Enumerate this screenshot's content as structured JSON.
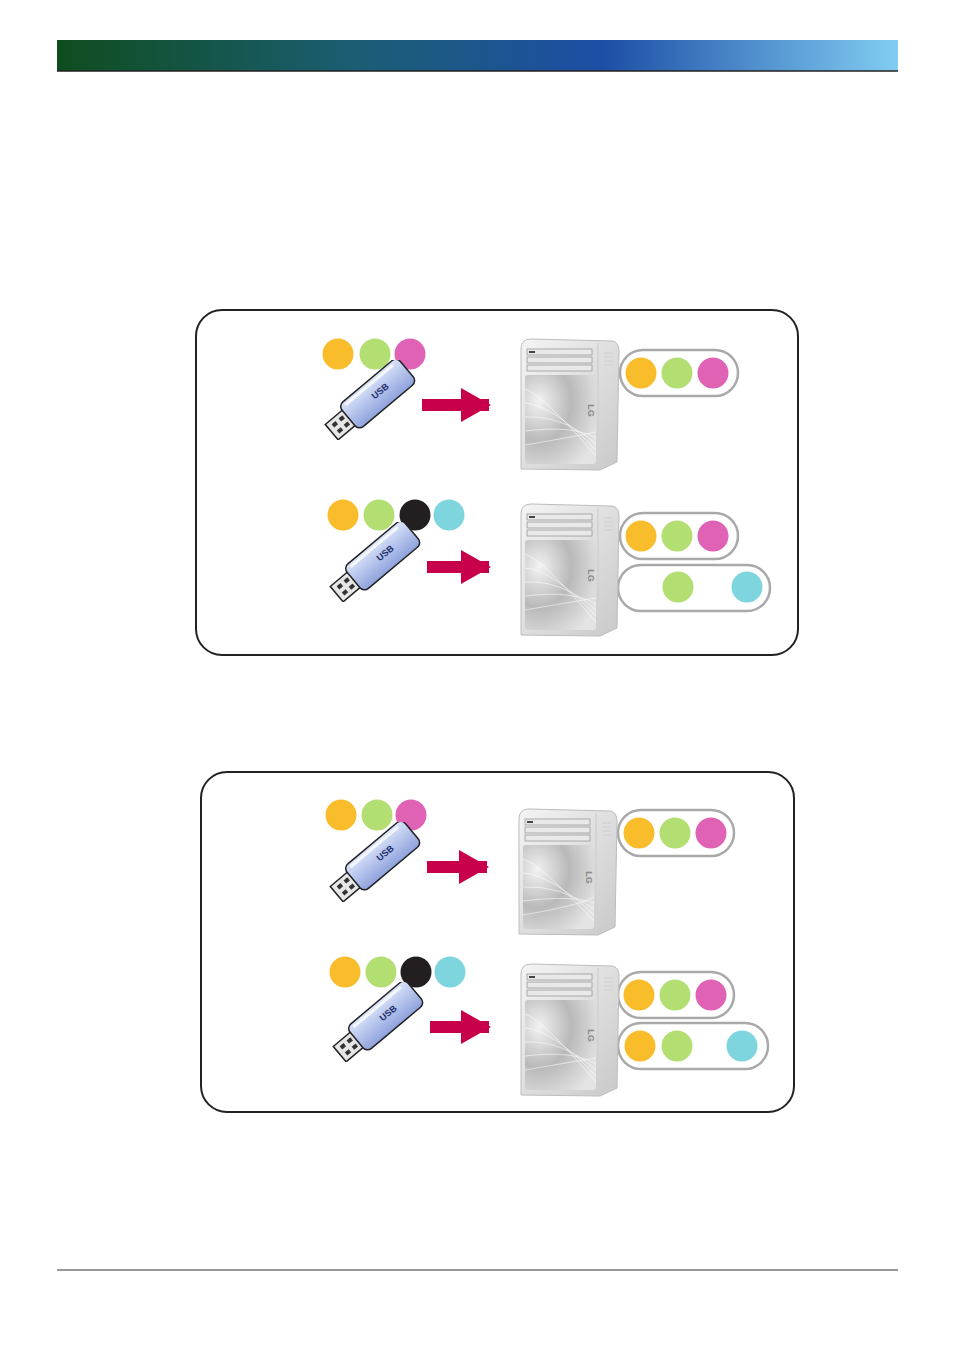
{
  "diagram": {
    "nodes": [
      {
        "text": [
          "USB"
        ]
      },
      {
        "text": [
          "LG"
        ]
      },
      {
        "text": [
          "USB"
        ]
      },
      {
        "text": [
          "LG"
        ]
      },
      {
        "text": [
          "USB"
        ]
      },
      {
        "text": [
          "LG"
        ]
      },
      {
        "text": [
          "USB"
        ]
      },
      {
        "text": [
          "LG"
        ]
      }
    ],
    "edges": [
      {
        "from": 0,
        "to": 1,
        "arrow": "to"
      },
      {
        "from": 2,
        "to": 3,
        "arrow": "to"
      },
      {
        "from": 4,
        "to": 5,
        "arrow": "to"
      },
      {
        "from": 6,
        "to": 7,
        "arrow": "to"
      }
    ]
  }
}
